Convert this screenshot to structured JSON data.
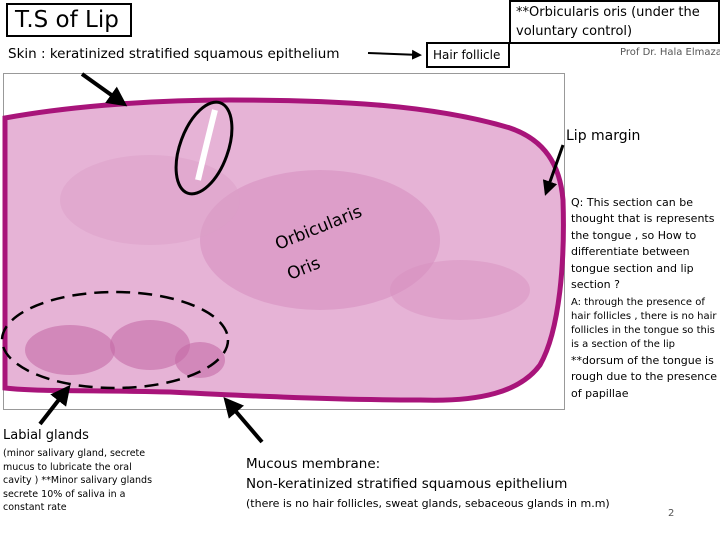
{
  "slide": {
    "title": "T.S of Lip",
    "author": "Prof Dr. Hala Elmazar",
    "page_number": "2"
  },
  "labels": {
    "orbicularis_box": "**Orbicularis oris (under the voluntary control)",
    "skin": "Skin : keratinized stratified squamous epithelium",
    "hair_follicle": "Hair follicle",
    "lip_margin": "Lip margin",
    "muscle_word_1": "Orbicularis",
    "muscle_word_2": "Oris"
  },
  "qa": {
    "question": "Q: This section can be thought that is represents the tongue , so How to differentiate between tongue section and lip section ?",
    "answer": "A: through the presence of hair follicles , there is no hair follicles in the tongue so this is a section of the lip",
    "dorsum": "**dorsum of the tongue is rough due to the presence of papillae"
  },
  "labial_glands": {
    "title": "Labial glands",
    "note": "(minor salivary gland, secrete mucus to lubricate the oral cavity ) **Minor salivary glands secrete 10% of saliva in a constant rate"
  },
  "mucous_membrane": {
    "line1": "Mucous membrane:",
    "line2": "Non-keratinized stratified squamous epithelium",
    "line3": "(there is no hair follicles, sweat glands, sebaceous glands in m.m)"
  },
  "colors": {
    "tissue_fill": "#e6b3d6",
    "epithelium": "#a8147a",
    "tissue_dark": "#c46aa6"
  }
}
